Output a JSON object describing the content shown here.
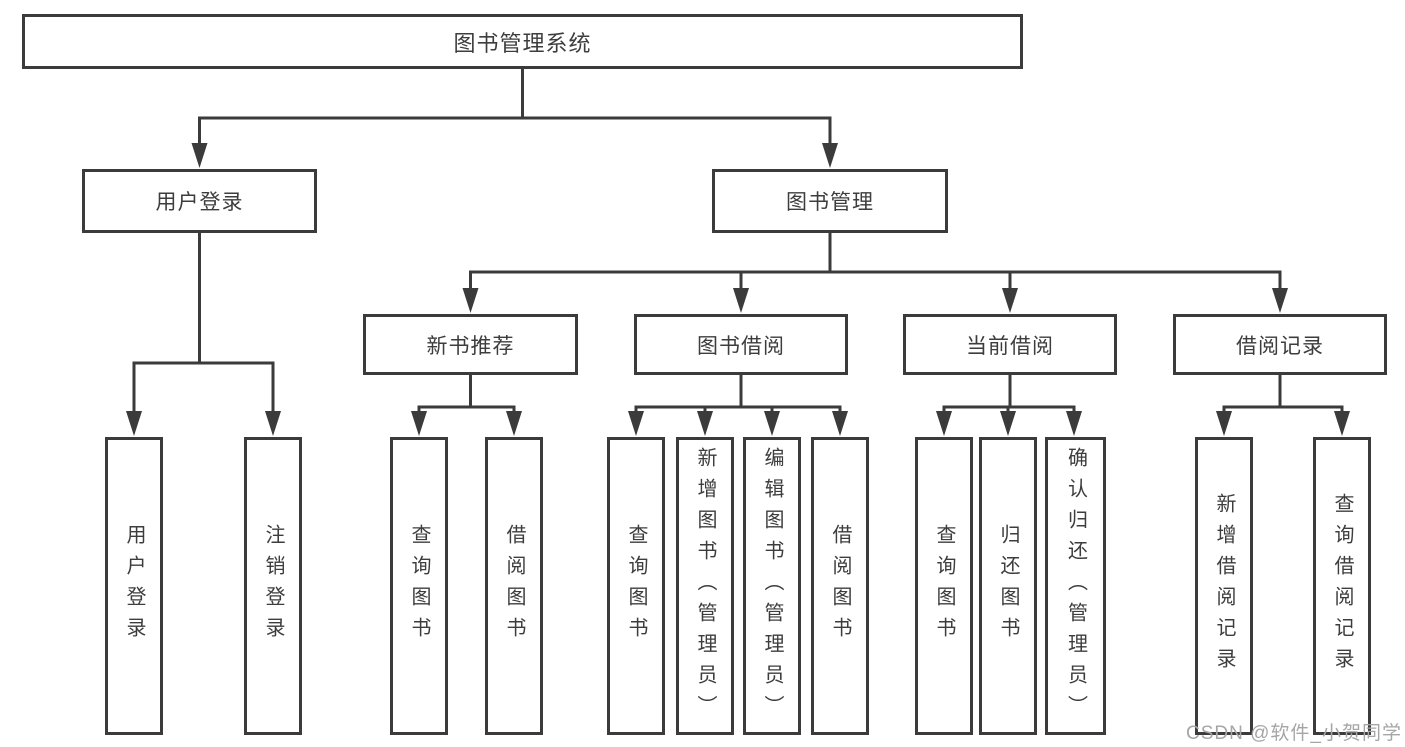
{
  "diagram": {
    "root": {
      "label": "图书管理系统"
    },
    "level2": {
      "user_login": {
        "label": "用户登录",
        "children": {
          "login": "用户登录",
          "logout": "注销登录"
        }
      },
      "book_mgmt": {
        "label": "图书管理"
      }
    },
    "level3": {
      "new_books": {
        "label": "新书推荐",
        "children": {
          "query": "查询图书",
          "borrow": "借阅图书"
        }
      },
      "book_borrow": {
        "label": "图书借阅",
        "children": {
          "query": "查询图书",
          "add": "新增图书（管理员）",
          "edit": "编辑图书（管理员）",
          "borrow": "借阅图书"
        }
      },
      "current_borrow": {
        "label": "当前借阅",
        "children": {
          "query": "查询图书",
          "return": "归还图书",
          "confirm": "确认归还（管理员）"
        }
      },
      "borrow_records": {
        "label": "借阅记录",
        "children": {
          "add": "新增借阅记录",
          "query": "查询借阅记录"
        }
      }
    },
    "watermark": {
      "text": "CSDN @软件_小贺同学"
    },
    "colors": {
      "line": "#3b3b3b",
      "text": "#3d3d3d",
      "background": "#ffffff",
      "watermark": "#a6a6a6"
    }
  }
}
